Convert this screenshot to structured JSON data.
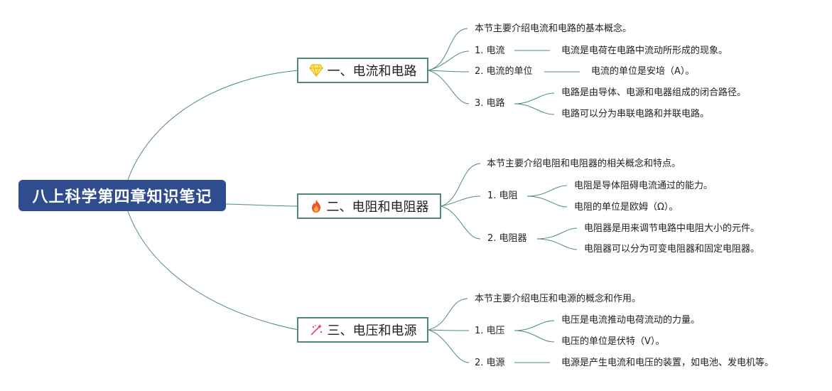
{
  "root": {
    "title": "八上科学第四章知识笔记"
  },
  "branches": [
    {
      "title": "一、电流和电路",
      "icon": "diamond-icon",
      "intro": "本节主要介绍电流和电路的基本概念。",
      "items": [
        {
          "label": "1. 电流",
          "details": [
            "电流是电荷在电路中流动所形成的现象。"
          ]
        },
        {
          "label": "2. 电流的单位",
          "details": [
            "电流的单位是安培（A）。"
          ]
        },
        {
          "label": "3. 电路",
          "details": [
            "电路是由导体、电源和电器组成的闭合路径。",
            "电路可以分为串联电路和并联电路。"
          ]
        }
      ]
    },
    {
      "title": "二、电阻和电阻器",
      "icon": "fire-icon",
      "intro": "本节主要介绍电阻和电阻器的相关概念和特点。",
      "items": [
        {
          "label": "1. 电阻",
          "details": [
            "电阻是导体阻碍电流通过的能力。",
            "电阻的单位是欧姆（Ω）。"
          ]
        },
        {
          "label": "2. 电阻器",
          "details": [
            "电阻器是用来调节电路中电阻大小的元件。",
            "电阻器可以分为可变电阻器和固定电阻器。"
          ]
        }
      ]
    },
    {
      "title": "三、电压和电源",
      "icon": "sparkle-icon",
      "intro": "本节主要介绍电压和电源的概念和作用。",
      "items": [
        {
          "label": "1. 电压",
          "details": [
            "电压是电流推动电荷流动的力量。",
            "电压的单位是伏特（V）。"
          ]
        },
        {
          "label": "2. 电源",
          "details": [
            "电源是产生电流和电压的装置，如电池、发电机等。"
          ]
        }
      ]
    }
  ],
  "colors": {
    "root_fill": "#2f4d8e",
    "line": "#4f8a78"
  }
}
